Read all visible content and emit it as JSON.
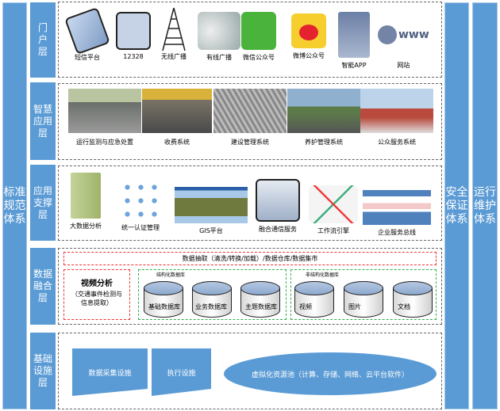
{
  "side": {
    "left": "标准规范体系",
    "right1": "安全保证体系",
    "right2": "运行维护体系"
  },
  "layers": {
    "portal": {
      "label": "门户层",
      "items": [
        "短信平台",
        "12328",
        "无线广播",
        "有线广播",
        "微信公众号",
        "微博公众号",
        "智能APP",
        "网站"
      ]
    },
    "app": {
      "label": "智慧应用层",
      "items": [
        "运行监测与应急处置",
        "收费系统",
        "建设管理系统",
        "养护管理系统",
        "公众服务系统"
      ]
    },
    "support": {
      "label": "应用支撑层",
      "items": [
        "大数据分析",
        "统一认证管理",
        "GIS平台",
        "融合通信服务",
        "工作流引擎",
        "企业服务总线"
      ]
    },
    "data": {
      "label": "数据融合层",
      "etl": "数据抽取（清洗/转换/加载）/数据仓库/数据集市",
      "video_title": "视频分析",
      "video_sub": "（交通事件检测与信息提取）",
      "structured": "结构化数据库",
      "structured_dbs": [
        "基础数据库",
        "业务数据库",
        "主题数据库"
      ],
      "unstructured": "非结构化数据库",
      "unstructured_dbs": [
        "视频",
        "图片",
        "文档"
      ]
    },
    "infra": {
      "label": "基础设施层",
      "items": [
        "数据采集设施",
        "执行设施"
      ],
      "pool": "虚拟化资源池（计算、存储、网络、云平台软件）"
    }
  },
  "icons": {
    "www": "www"
  }
}
